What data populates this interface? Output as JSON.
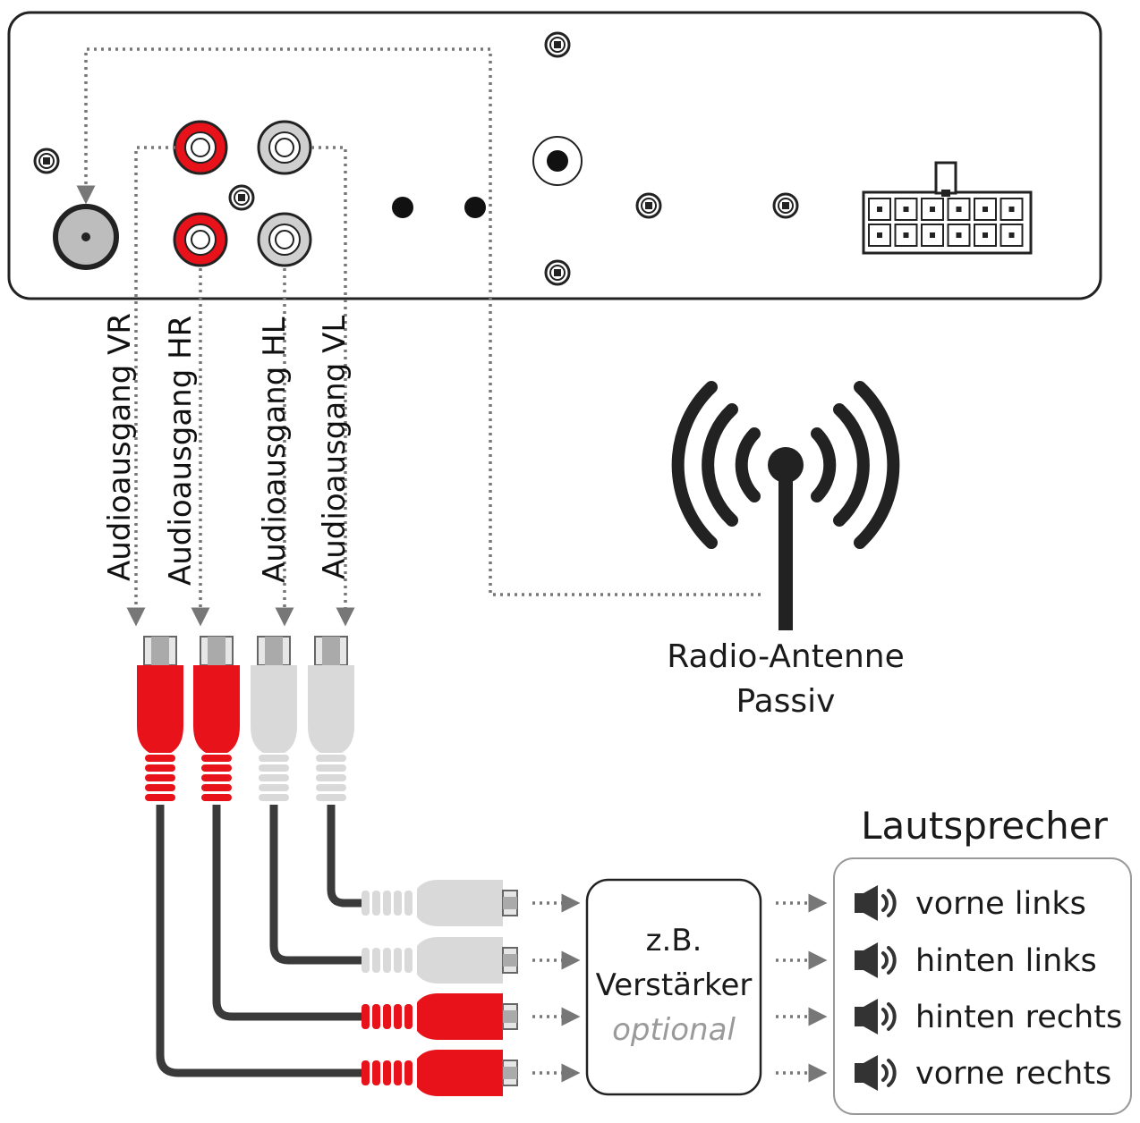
{
  "labels": {
    "audio_out_vr": "Audioausgang VR",
    "audio_out_hr": "Audioausgang HR",
    "audio_out_hl": "Audioausgang HL",
    "audio_out_vl": "Audioausgang VL"
  },
  "antenna": {
    "line1": "Radio-Antenne",
    "line2": "Passiv"
  },
  "amplifier": {
    "line1": "z.B.",
    "line2": "Verstärker",
    "line3": "optional"
  },
  "speakers": {
    "title": "Lautsprecher",
    "items": [
      "vorne links",
      "hinten links",
      "hinten rechts",
      "vorne rechts"
    ]
  },
  "colors": {
    "red": "#e8131a",
    "white_plug": "#d9d9d9",
    "cable": "#3a3a3a",
    "dotted": "#777777"
  }
}
